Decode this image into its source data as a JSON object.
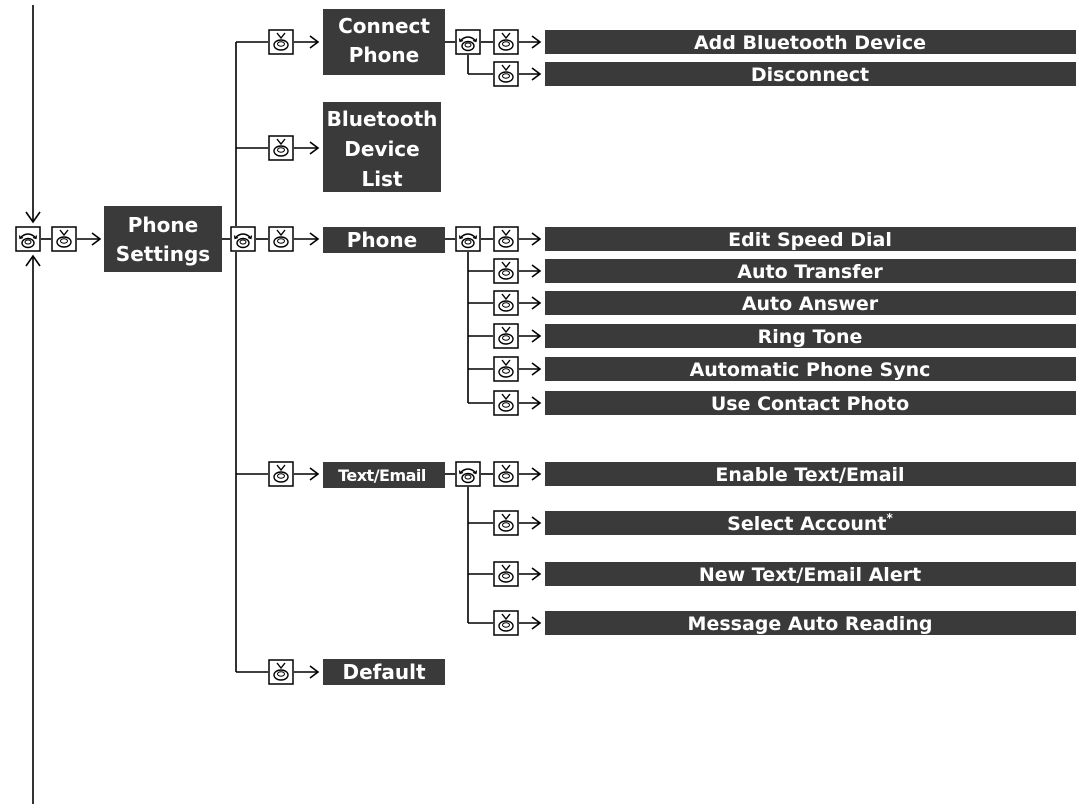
{
  "colors": {
    "box_fill": "#3a3a3a",
    "box_text": "#ffffff",
    "line": "#000000",
    "icon_stroke": "#000000"
  },
  "icons": {
    "rotate": "interface-dial-rotate-icon",
    "press": "interface-dial-press-icon"
  },
  "nodes": {
    "phone_settings": [
      "Phone",
      "Settings"
    ],
    "connect_phone": [
      "Connect",
      "Phone"
    ],
    "bluetooth_device_list": [
      "Bluetooth",
      "Device",
      "List"
    ],
    "phone": [
      "Phone"
    ],
    "text_email": [
      "Text/Email"
    ],
    "default": [
      "Default"
    ]
  },
  "connect_phone_items": [
    "Add Bluetooth Device",
    "Disconnect"
  ],
  "phone_items": [
    "Edit Speed Dial",
    "Auto Transfer",
    "Auto Answer",
    "Ring Tone",
    "Automatic Phone Sync",
    "Use Contact Photo"
  ],
  "text_email_items": [
    "Enable Text/Email",
    "Select Account",
    "New Text/Email Alert",
    "Message Auto Reading"
  ],
  "footnote_mark": "*"
}
